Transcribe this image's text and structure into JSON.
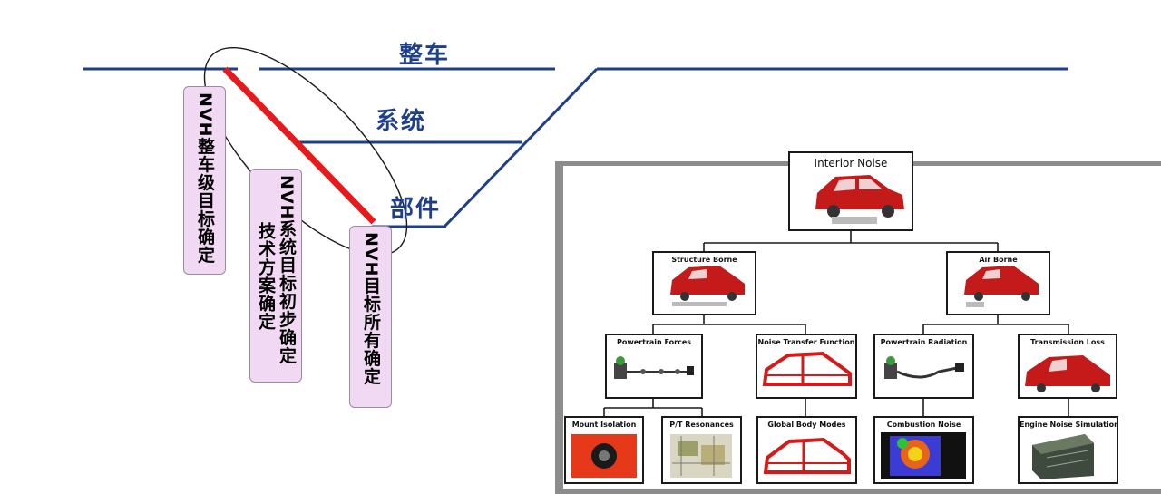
{
  "vmodel": {
    "levels": {
      "vehicle": "整车",
      "system": "系统",
      "component": "部件"
    },
    "boxes": {
      "vehicle_target": "NVH整车级目标确定",
      "system_target_col1": "NVH系统目标初步确定",
      "system_target_col2": "技术方案确定",
      "all_targets": "NVH目标所有确定"
    },
    "colors": {
      "line": "#1f3f86",
      "cascade": "#e8191b",
      "box_fill": "#f1d9f3"
    }
  },
  "tree": {
    "root": "Interior Noise",
    "structure_borne": "Structure Borne",
    "air_borne": "Air Borne",
    "powertrain_forces": "Powertrain Forces",
    "noise_transfer": "Noise Transfer Function",
    "powertrain_radiation": "Powertrain Radiation",
    "transmission_loss": "Transmission Loss",
    "mount_isolation": "Mount Isolation",
    "pt_resonances": "P/T Resonances",
    "global_body_modes": "Global Body Modes",
    "combustion_noise": "Combustion Noise",
    "engine_noise_sim": "Engine Noise Simulation"
  }
}
